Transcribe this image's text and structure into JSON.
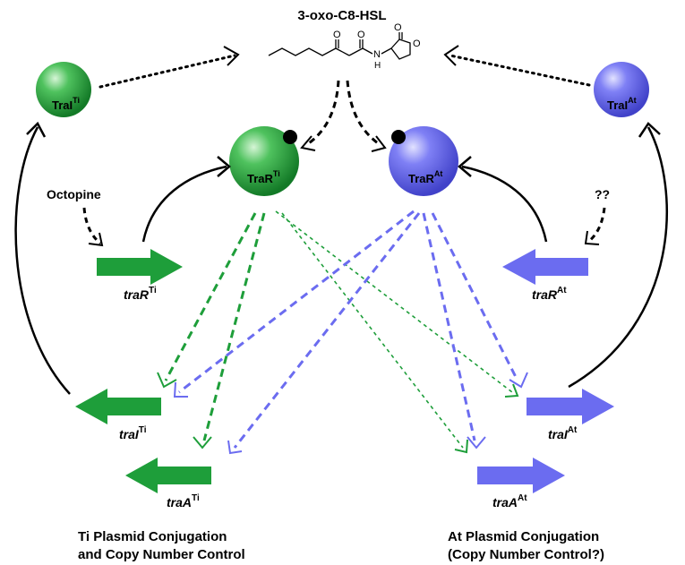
{
  "molecule": {
    "name": "3-oxo-C8-HSL",
    "atoms": {
      "o1": "O",
      "o2": "O",
      "o3": "O",
      "o4": "O",
      "n": "N",
      "h": "H"
    }
  },
  "proteins": {
    "trai_ti": {
      "base": "TraI",
      "sup": "Ti",
      "color": "#2ea44f"
    },
    "trar_ti": {
      "base": "TraR",
      "sup": "Ti",
      "color": "#2ea44f"
    },
    "trar_at": {
      "base": "TraR",
      "sup": "At",
      "color": "#6b6cf0"
    },
    "trai_at": {
      "base": "TraI",
      "sup": "At",
      "color": "#6b6cf0"
    }
  },
  "genes": {
    "trar_ti": {
      "base": "traR",
      "sup": "Ti"
    },
    "trai_ti": {
      "base": "traI",
      "sup": "Ti"
    },
    "traa_ti": {
      "base": "traA",
      "sup": "Ti"
    },
    "trar_at": {
      "base": "traR",
      "sup": "At"
    },
    "trai_at": {
      "base": "traI",
      "sup": "At"
    },
    "traa_at": {
      "base": "traA",
      "sup": "At"
    }
  },
  "inducers": {
    "left": "Octopine",
    "right": "??"
  },
  "captions": {
    "left_line1": "Ti Plasmid Conjugation",
    "left_line2": "and Copy Number Control",
    "right_line1": "At Plasmid Conjugation",
    "right_line2": "(Copy Number Control?)"
  },
  "colors": {
    "ti_green": "#1e9e3a",
    "at_blue": "#6b6cf0",
    "black": "#000000"
  }
}
